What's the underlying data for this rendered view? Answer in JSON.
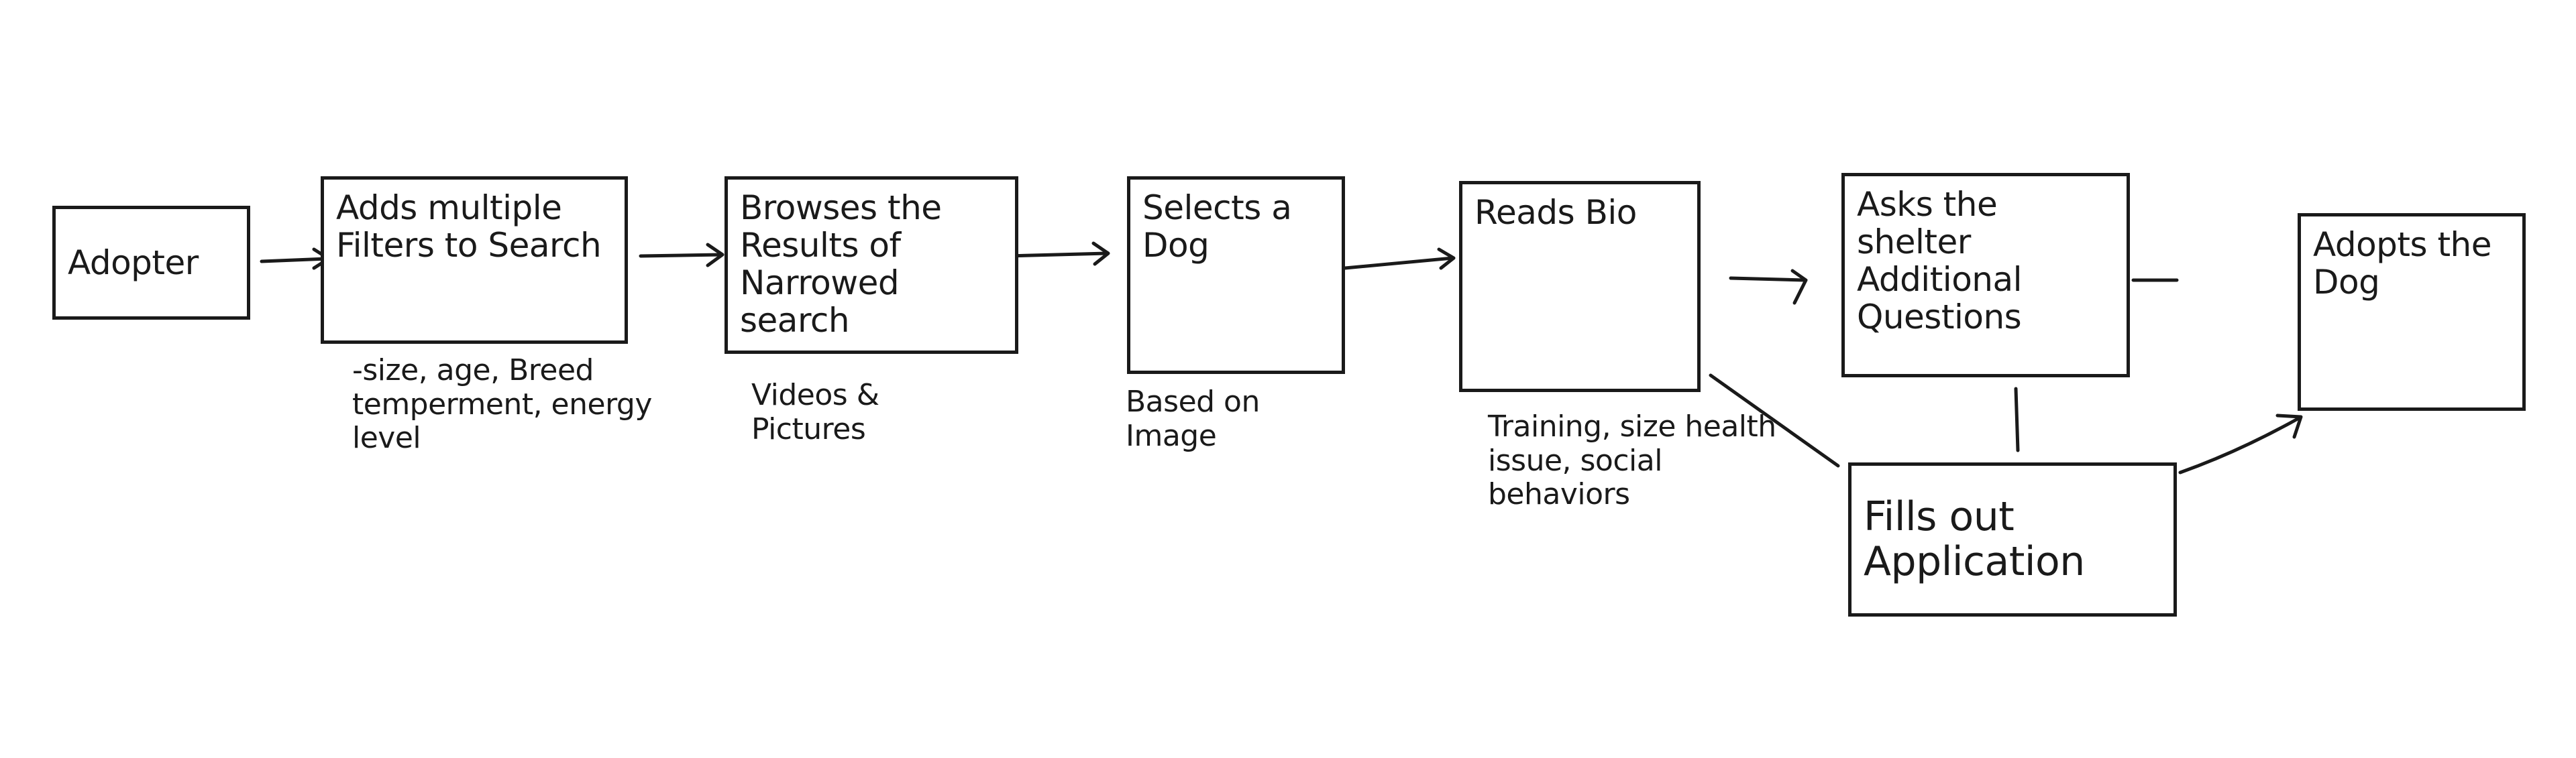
{
  "diagram": {
    "nodes": [
      {
        "id": "adopter",
        "label": "Adopter"
      },
      {
        "id": "filters",
        "label": "Adds multiple Filters to Search"
      },
      {
        "id": "browse",
        "label": "Browses the Results of Narrowed search"
      },
      {
        "id": "select",
        "label": "Selects a Dog"
      },
      {
        "id": "bio",
        "label": "Reads Bio"
      },
      {
        "id": "ask",
        "label": "Asks the shelter Additional Questions"
      },
      {
        "id": "apply",
        "label": "Fills out Application"
      },
      {
        "id": "adopt",
        "label": "Adopts the Dog"
      }
    ],
    "notes": {
      "filters": "-size, age, Breed temperment, energy level",
      "browse": "Videos & Pictures",
      "select": "Based on Image",
      "bio": "Training, size health issue, social behaviors"
    },
    "colors": {
      "ink": "#1a1a1a",
      "paper": "#ffffff"
    }
  }
}
